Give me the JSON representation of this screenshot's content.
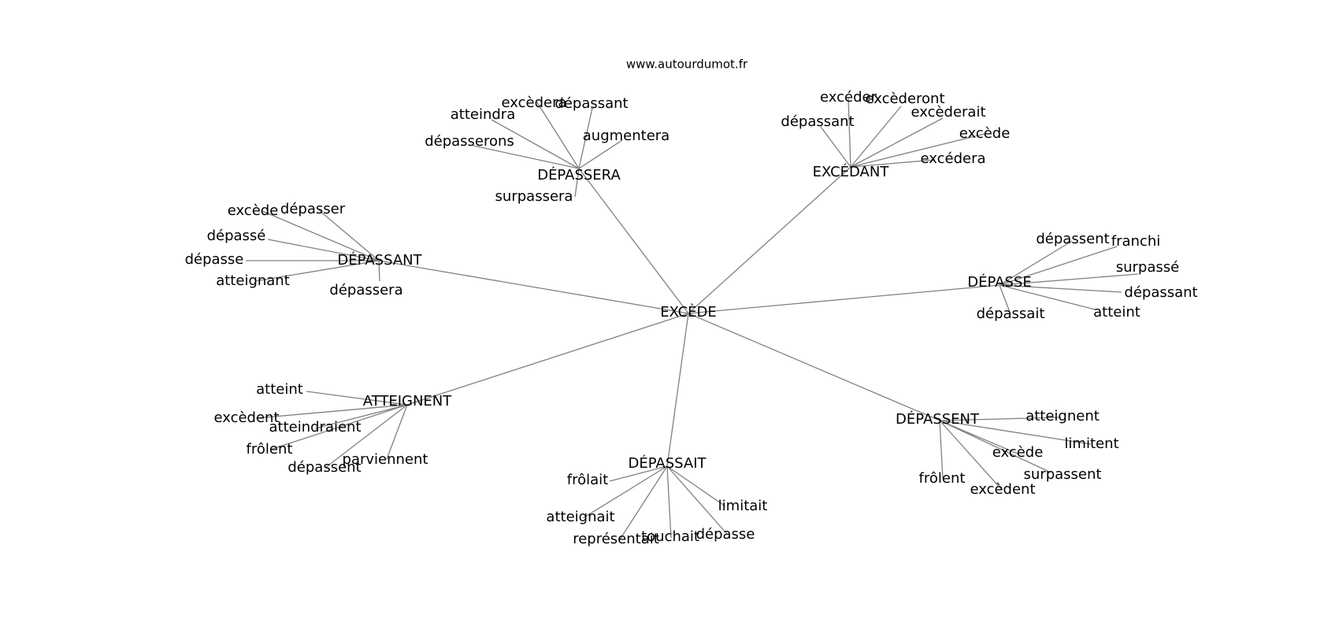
{
  "site": "www.autourdumot.fr",
  "center": "EXCÈDE",
  "branches": [
    {
      "hub": "DÉPASSERA",
      "leaves": [
        "excèdera",
        "dépassant",
        "atteindra",
        "augmentera",
        "dépasserons",
        "surpassera"
      ]
    },
    {
      "hub": "EXCÉDANT",
      "leaves": [
        "excéder",
        "excèderont",
        "excèderait",
        "dépassant",
        "excède",
        "excédera"
      ]
    },
    {
      "hub": "DÉPASSANT",
      "leaves": [
        "excède",
        "dépasser",
        "dépassé",
        "dépasse",
        "atteignant",
        "dépassera"
      ]
    },
    {
      "hub": "DÉPASSE",
      "leaves": [
        "dépassent",
        "franchi",
        "surpassé",
        "dépassant",
        "atteint",
        "dépassait"
      ]
    },
    {
      "hub": "ATTEIGNENT",
      "leaves": [
        "atteint",
        "excèdent",
        "atteindraient",
        "frôlent",
        "parviennent",
        "dépassent"
      ]
    },
    {
      "hub": "DÉPASSAIT",
      "leaves": [
        "frôlait",
        "limitait",
        "atteignait",
        "dépasse",
        "représentait",
        "touchait"
      ]
    },
    {
      "hub": "DÉPASSENT",
      "leaves": [
        "atteignent",
        "limitent",
        "excède",
        "surpassent",
        "frôlent",
        "excèdent"
      ]
    }
  ]
}
